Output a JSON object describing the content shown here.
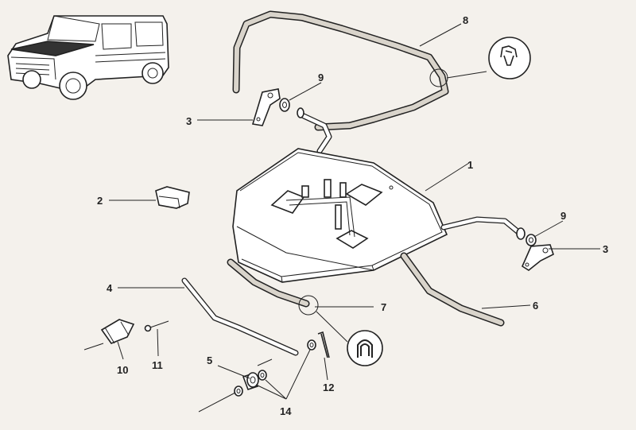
{
  "labels": [
    {
      "id": "1",
      "text": "1"
    },
    {
      "id": "2",
      "text": "2"
    },
    {
      "id": "3a",
      "text": "3"
    },
    {
      "id": "3b",
      "text": "3"
    },
    {
      "id": "4",
      "text": "4"
    },
    {
      "id": "5",
      "text": "5"
    },
    {
      "id": "6",
      "text": "6"
    },
    {
      "id": "7",
      "text": "7"
    },
    {
      "id": "8",
      "text": "8"
    },
    {
      "id": "9a",
      "text": "9"
    },
    {
      "id": "9b",
      "text": "9"
    },
    {
      "id": "10",
      "text": "10"
    },
    {
      "id": "11",
      "text": "11"
    },
    {
      "id": "12",
      "text": "12"
    },
    {
      "id": "14",
      "text": "14"
    }
  ]
}
